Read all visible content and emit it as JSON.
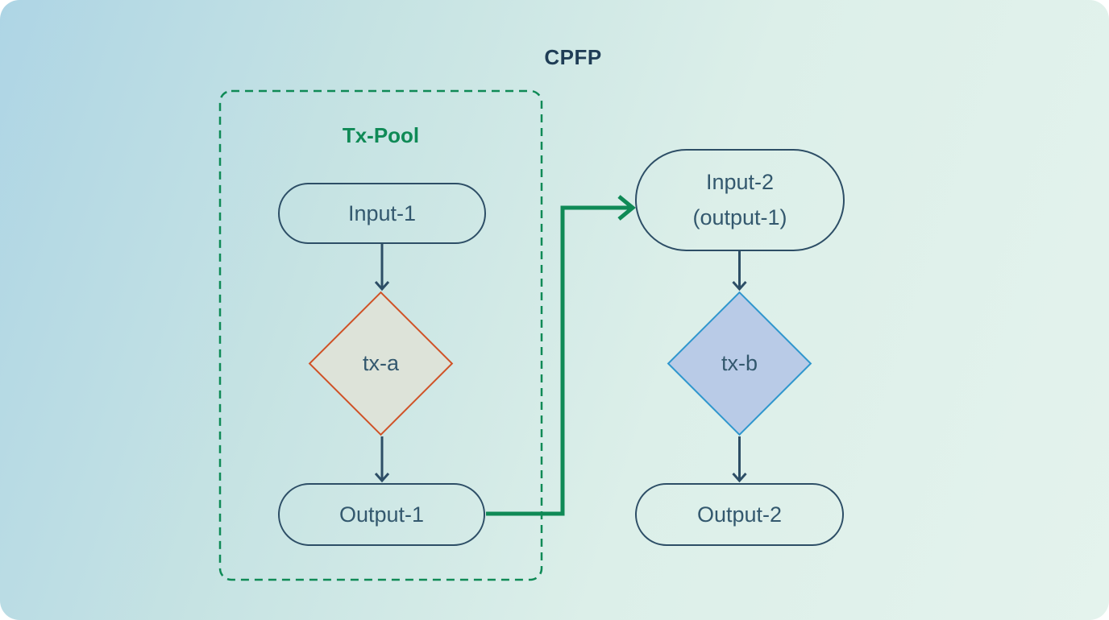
{
  "title": "CPFP",
  "pool": {
    "label": "Tx-Pool"
  },
  "nodes": {
    "input1": {
      "label": "Input-1",
      "shape": "pill"
    },
    "txa": {
      "label": "tx-a",
      "shape": "diamond"
    },
    "output1": {
      "label": "Output-1",
      "shape": "pill"
    },
    "input2": {
      "label": "Input-2",
      "sublabel": "(output-1)",
      "shape": "pill"
    },
    "txb": {
      "label": "tx-b",
      "shape": "diamond"
    },
    "output2": {
      "label": "Output-2",
      "shape": "pill"
    }
  },
  "edges": [
    {
      "from": "input1",
      "to": "txa",
      "color": "navy"
    },
    {
      "from": "txa",
      "to": "output1",
      "color": "navy"
    },
    {
      "from": "output1",
      "to": "input2",
      "color": "green"
    },
    {
      "from": "input2",
      "to": "txb",
      "color": "navy"
    },
    {
      "from": "txb",
      "to": "output2",
      "color": "navy"
    }
  ],
  "colors": {
    "background_start": "#aed5e5",
    "background_end": "#e4f3ed",
    "navy_stroke": "#2d4e66",
    "node_text": "#33586e",
    "title_text": "#1f3d56",
    "green_accent": "#0f8a56",
    "orange_diamond_border": "#cf5227",
    "orange_diamond_fill": "#dde3d9",
    "blue_diamond_border": "#2f97cd",
    "blue_diamond_fill": "#b9cbe7"
  }
}
